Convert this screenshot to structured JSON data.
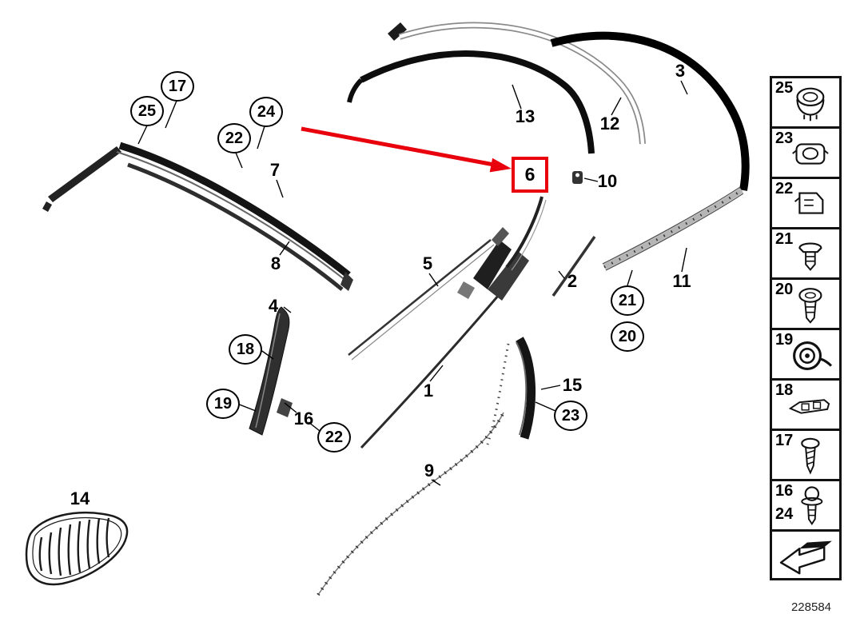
{
  "diagram": {
    "drawing_number": "228584",
    "highlight": {
      "label": "6"
    },
    "colors": {
      "highlight_red": "#e8000d",
      "line_black": "#141414"
    },
    "circled_callouts": [
      {
        "label": "17"
      },
      {
        "label": "25"
      },
      {
        "label": "24"
      },
      {
        "label": "22"
      },
      {
        "label": "18"
      },
      {
        "label": "19"
      },
      {
        "label": "22"
      },
      {
        "label": "21"
      },
      {
        "label": "20"
      },
      {
        "label": "23"
      }
    ],
    "plain_callouts": [
      {
        "label": "7"
      },
      {
        "label": "8"
      },
      {
        "label": "4"
      },
      {
        "label": "16"
      },
      {
        "label": "14"
      },
      {
        "label": "5"
      },
      {
        "label": "1"
      },
      {
        "label": "9"
      },
      {
        "label": "13"
      },
      {
        "label": "12"
      },
      {
        "label": "3"
      },
      {
        "label": "10"
      },
      {
        "label": "2"
      },
      {
        "label": "11"
      },
      {
        "label": "15"
      }
    ],
    "sidebar": {
      "items": [
        {
          "label": "25",
          "icon": "sealing-grommet-icon"
        },
        {
          "label": "23",
          "icon": "cage-nut-icon"
        },
        {
          "label": "22",
          "icon": "cable-clip-icon"
        },
        {
          "label": "21",
          "icon": "expansion-rivet-icon"
        },
        {
          "label": "20",
          "icon": "oval-head-screw-icon"
        },
        {
          "label": "19",
          "icon": "sealing-strip-roll-icon"
        },
        {
          "label": "18",
          "icon": "clamp-bracket-icon"
        },
        {
          "label": "17",
          "icon": "self-tapping-screw-icon"
        },
        {
          "label": "16",
          "label2": "24",
          "icon": "pan-head-screw-icon"
        },
        {
          "label": "",
          "icon": "mounting-direction-arrow-icon"
        }
      ]
    }
  }
}
